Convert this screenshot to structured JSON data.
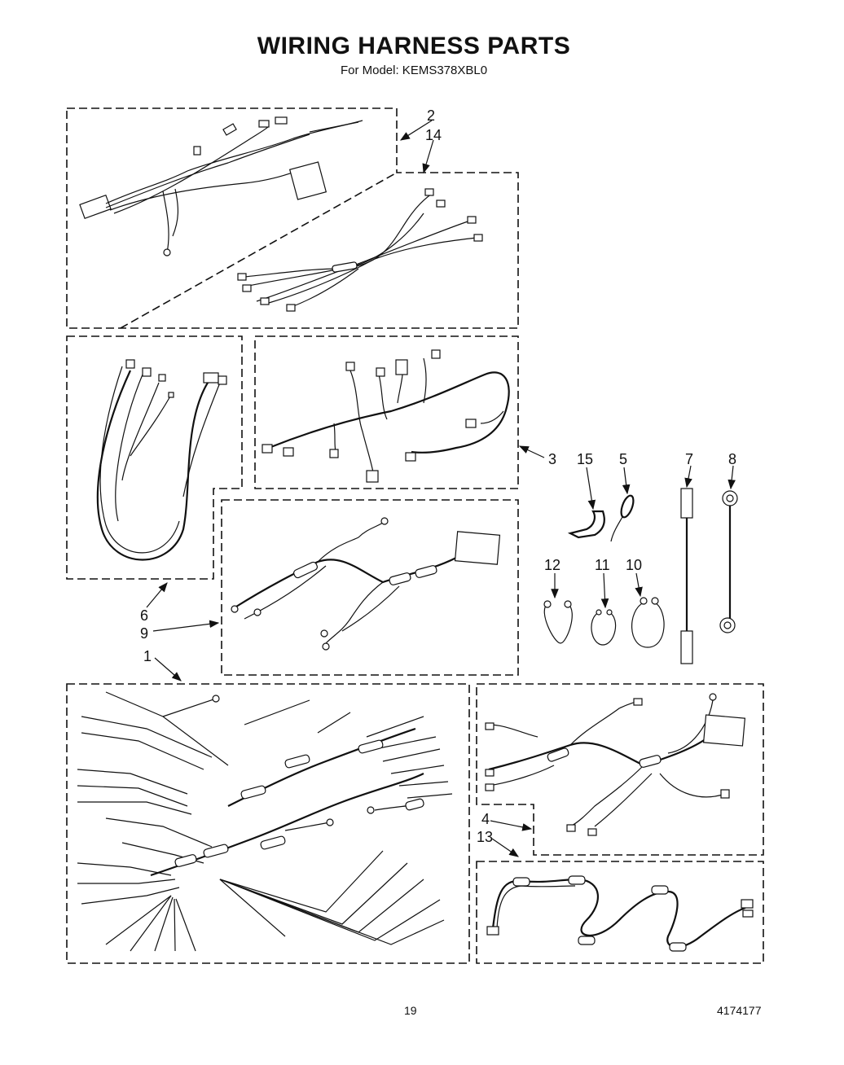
{
  "title": "WIRING HARNESS PARTS",
  "subtitle": "For Model: KEMS378XBL0",
  "page_number": "19",
  "doc_number": "4174177",
  "callouts": {
    "c2": "2",
    "c14": "14",
    "c3": "3",
    "c15": "15",
    "c5": "5",
    "c7": "7",
    "c8": "8",
    "c12": "12",
    "c11": "11",
    "c10": "10",
    "c6": "6",
    "c9": "9",
    "c1": "1",
    "c4": "4",
    "c13": "13"
  }
}
